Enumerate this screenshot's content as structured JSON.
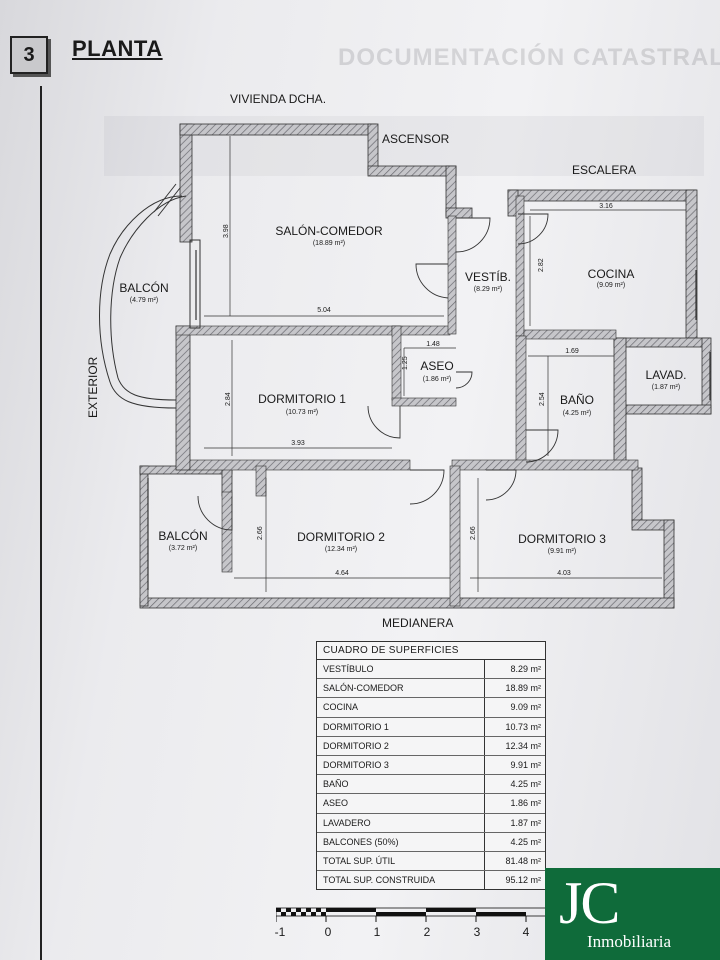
{
  "section": {
    "number": "3",
    "title": "PLANTA"
  },
  "background": {
    "ghost_title": "DOCUMENTACIÓN CATASTRAL"
  },
  "surroundings": {
    "top": "VIVIENDA DCHA.",
    "elevator": "ASCENSOR",
    "stairs": "ESCALERA",
    "left": "EXTERIOR",
    "bottom": "MEDIANERA"
  },
  "rooms": [
    {
      "id": "salon",
      "name": "SALÓN-COMEDOR",
      "area": "(18.89 m²)"
    },
    {
      "id": "balcon1",
      "name": "BALCÓN",
      "area": "(4.79 m²)"
    },
    {
      "id": "vestib",
      "name": "VESTÍB.",
      "area": "(8.29 m²)"
    },
    {
      "id": "cocina",
      "name": "COCINA",
      "area": "(9.09 m²)"
    },
    {
      "id": "aseo",
      "name": "ASEO",
      "area": "(1.86 m²)"
    },
    {
      "id": "lavad",
      "name": "LAVAD.",
      "area": "(1.87 m²)"
    },
    {
      "id": "dorm1",
      "name": "DORMITORIO 1",
      "area": "(10.73 m²)"
    },
    {
      "id": "bano",
      "name": "BAÑO",
      "area": "(4.25 m²)"
    },
    {
      "id": "balcon2",
      "name": "BALCÓN",
      "area": "(3.72 m²)"
    },
    {
      "id": "dorm2",
      "name": "DORMITORIO 2",
      "area": "(12.34 m²)"
    },
    {
      "id": "dorm3",
      "name": "DORMITORIO 3",
      "area": "(9.91 m²)"
    }
  ],
  "dimensions": {
    "salon_height": "3.98",
    "salon_width": "5.04",
    "vestib_height": "2.82",
    "cocina_width": "3.16",
    "aseo_width": "1.48",
    "aseo_height": "1.25",
    "bano_width": "1.69",
    "bano_height": "2.54",
    "dorm1_height": "2.84",
    "dorm1_width": "3.93",
    "dorm2_height": "2.66",
    "dorm2_width": "4.64",
    "dorm3_height": "2.66",
    "dorm3_width": "4.03"
  },
  "surface_table": {
    "title": "CUADRO DE SUPERFICIES",
    "rows": [
      {
        "name": "VESTÍBULO",
        "value": "8.29 m²"
      },
      {
        "name": "SALÓN-COMEDOR",
        "value": "18.89 m²"
      },
      {
        "name": "COCINA",
        "value": "9.09 m²"
      },
      {
        "name": "DORMITORIO 1",
        "value": "10.73 m²"
      },
      {
        "name": "DORMITORIO 2",
        "value": "12.34 m²"
      },
      {
        "name": "DORMITORIO 3",
        "value": "9.91 m²"
      },
      {
        "name": "BAÑO",
        "value": "4.25 m²"
      },
      {
        "name": "ASEO",
        "value": "1.86 m²"
      },
      {
        "name": "LAVADERO",
        "value": "1.87 m²"
      },
      {
        "name": "BALCONES (50%)",
        "value": "4.25 m²"
      },
      {
        "name": "TOTAL SUP. ÚTIL",
        "value": "81.48 m²"
      },
      {
        "name": "TOTAL SUP. CONSTRUIDA",
        "value": "95.12 m²"
      }
    ]
  },
  "scale": {
    "labels": [
      "-1",
      "0",
      "1",
      "2",
      "3",
      "4"
    ]
  },
  "logo": {
    "mark": "JC",
    "word": "Inmobiliaria",
    "color": "#0f6b3a"
  },
  "colors": {
    "wall": "#9a9a9e",
    "line": "#222222"
  }
}
